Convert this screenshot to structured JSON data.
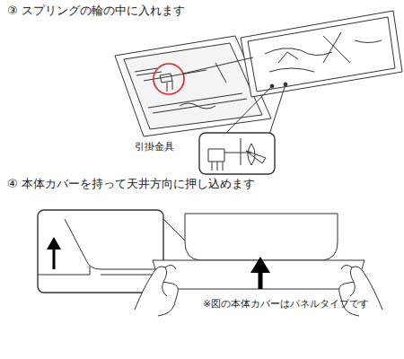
{
  "diagram": {
    "labels": [
      "③ スプリングの輪の中に入れます",
      "引掛金具",
      "④ 本体カバーを持って天井方向に押し込めます",
      "※図の本体カバーはパネルタイプです"
    ]
  }
}
